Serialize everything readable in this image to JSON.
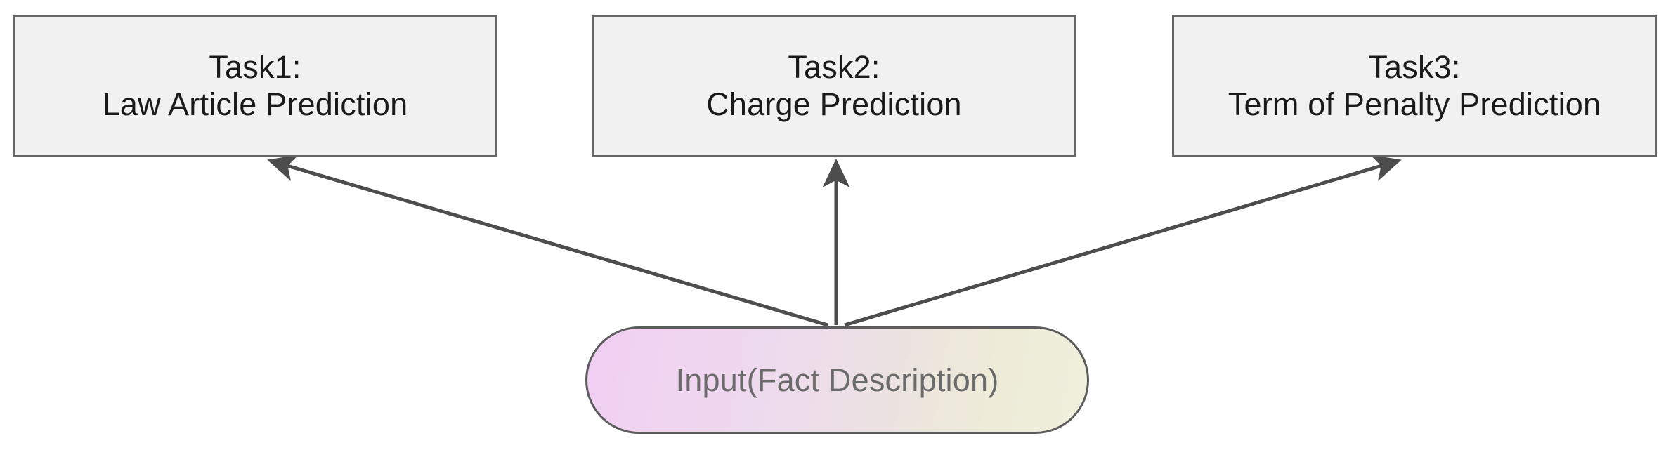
{
  "diagram": {
    "background_color": "#ffffff",
    "nodes": {
      "task1": {
        "line1": "Task1:",
        "line2": "Law Article Prediction",
        "fill_color": "#f1f1f1",
        "border_color": "#666666",
        "text_color": "#1a1a1a"
      },
      "task2": {
        "line1": "Task2:",
        "line2": "Charge Prediction",
        "fill_color": "#f1f1f1",
        "border_color": "#666666",
        "text_color": "#1a1a1a"
      },
      "task3": {
        "line1": "Task3:",
        "line2": "Term of Penalty Prediction",
        "fill_color": "#f1f1f1",
        "border_color": "#666666",
        "text_color": "#1a1a1a"
      },
      "input": {
        "label": "Input(Fact Description)",
        "gradient_start_color": "#f0cef2",
        "gradient_end_color": "#eff0dd",
        "border_color": "#5c5c5c",
        "text_color": "#6b6b6b"
      }
    },
    "edges": [
      {
        "id": "input-to-task1",
        "from": "input",
        "to": "task1",
        "style": "arrow",
        "color": "#4d4d4d"
      },
      {
        "id": "input-to-task2",
        "from": "input",
        "to": "task2",
        "style": "arrow",
        "color": "#4d4d4d"
      },
      {
        "id": "input-to-task3",
        "from": "input",
        "to": "task3",
        "style": "arrow",
        "color": "#4d4d4d"
      }
    ]
  }
}
